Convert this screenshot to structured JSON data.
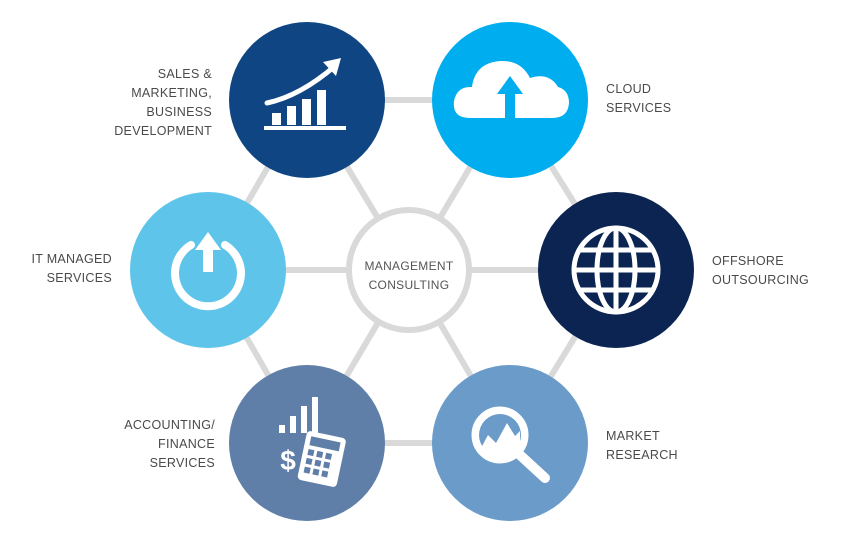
{
  "center": {
    "lines": [
      "MANAGEMENT",
      "CONSULTING"
    ]
  },
  "nodes": [
    {
      "id": "sales",
      "icon": "growth-chart-icon",
      "color": "#0f4583",
      "lines": [
        "SALES &",
        "MARKETING,",
        "BUSINESS",
        "DEVELOPMENT"
      ]
    },
    {
      "id": "cloud",
      "icon": "cloud-upload-icon",
      "color": "#00adee",
      "lines": [
        "CLOUD",
        "SERVICES"
      ]
    },
    {
      "id": "offshore",
      "icon": "globe-icon",
      "color": "#0b2451",
      "lines": [
        "OFFSHORE",
        "OUTSOURCING"
      ]
    },
    {
      "id": "market",
      "icon": "magnifier-chart-icon",
      "color": "#6a9bc9",
      "lines": [
        "MARKET",
        "RESEARCH"
      ]
    },
    {
      "id": "accounting",
      "icon": "calculator-dollar-icon",
      "color": "#5f7fa8",
      "lines": [
        "ACCOUNTING/",
        "FINANCE",
        "SERVICES"
      ]
    },
    {
      "id": "it",
      "icon": "power-upload-icon",
      "color": "#5ec4ea",
      "lines": [
        "IT MANAGED",
        "SERVICES"
      ]
    }
  ],
  "connector_color": "#d9d9d9"
}
